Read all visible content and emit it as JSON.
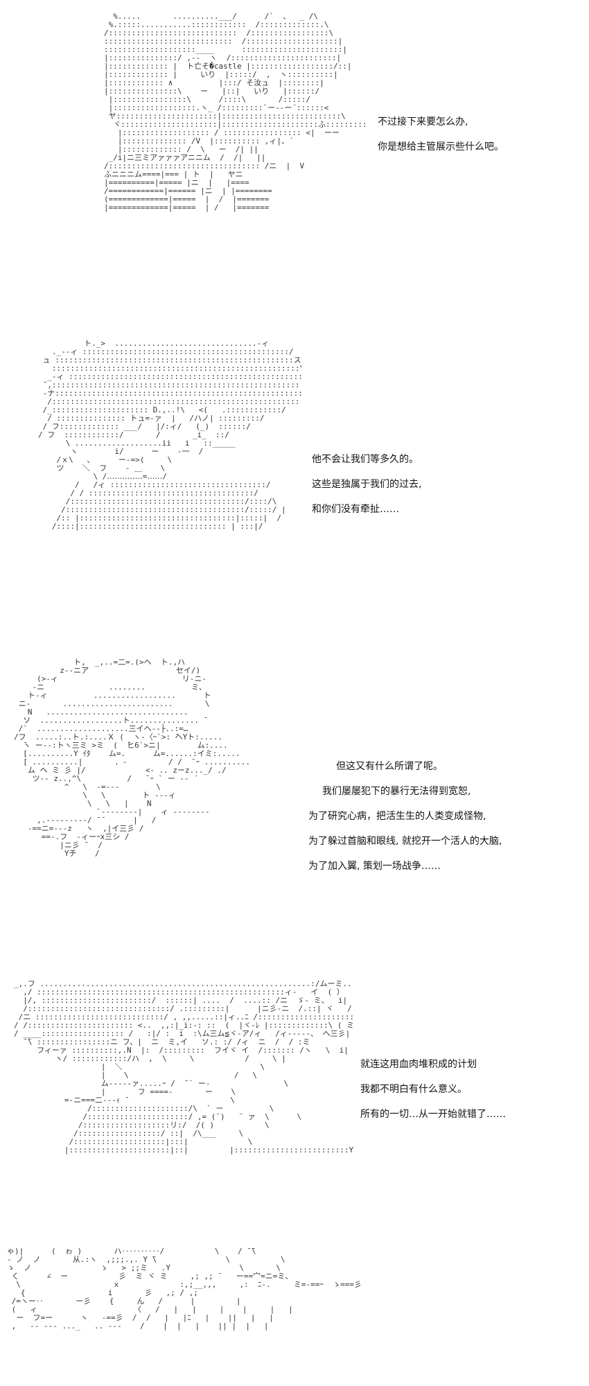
{
  "panels": [
    {
      "id": "panel-1",
      "dialog": [
        "不过接下来要怎么办,",
        "你是想给主管展示些什么吧。"
      ]
    },
    {
      "id": "panel-2",
      "dialog": [
        "他不会让我们等多久的。",
        "这些是独属于我们的过去,",
        "和你们没有牵扯……"
      ]
    },
    {
      "id": "panel-3",
      "dialog": [
        "但这又有什么所谓了呢。",
        "我们屡屡犯下的暴行无法得到宽恕,",
        "为了研究心病，把活生生的人类变成怪物,",
        "为了躲过首脑和眼线, 就挖开一个活人的大脑,",
        "为了加入翼, 策划一场战争……"
      ]
    },
    {
      "id": "panel-4",
      "dialog": [
        "就连这用血肉堆积成的计划",
        "我都不明白有什么意义。",
        "所有的一切…从一开始就错了……"
      ]
    }
  ]
}
